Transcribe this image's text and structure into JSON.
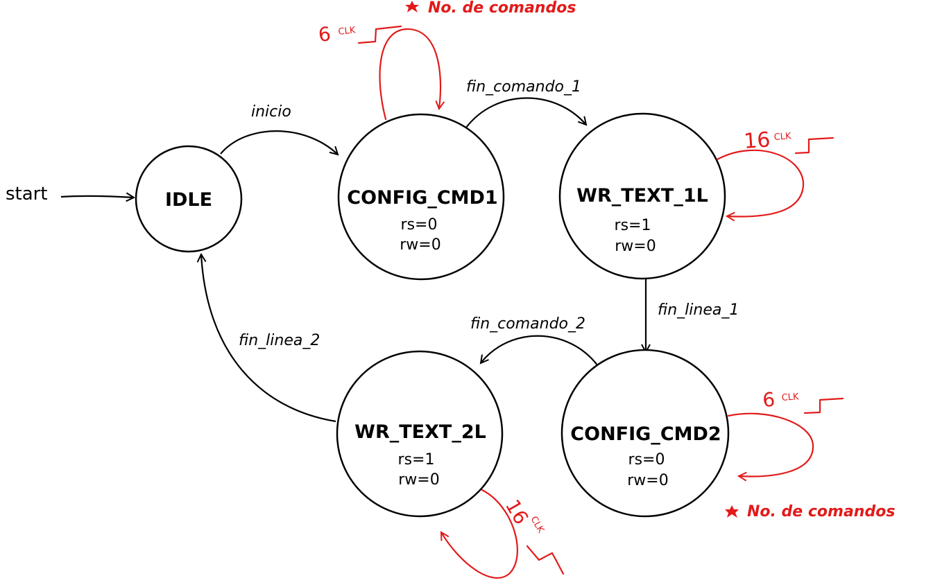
{
  "diagram": {
    "start_label": "start",
    "states": {
      "idle": {
        "name": "IDLE"
      },
      "config_cmd1": {
        "name": "CONFIG_CMD1",
        "rs": "rs=0",
        "rw": "rw=0"
      },
      "wr_text_1l": {
        "name": "WR_TEXT_1L",
        "rs": "rs=1",
        "rw": "rw=0"
      },
      "config_cmd2": {
        "name": "CONFIG_CMD2",
        "rs": "rs=0",
        "rw": "rw=0"
      },
      "wr_text_2l": {
        "name": "WR_TEXT_2L",
        "rs": "rs=1",
        "rw": "rw=0"
      }
    },
    "transitions": {
      "inicio": "inicio",
      "fin_comando_1": "fin_comando_1",
      "fin_linea_1": "fin_linea_1",
      "fin_comando_2": "fin_comando_2",
      "fin_linea_2": "fin_linea_2"
    },
    "self_loops": {
      "config_cmd1": {
        "count": "6",
        "unit": "CLK"
      },
      "wr_text_1l": {
        "count": "16",
        "unit": "CLK"
      },
      "config_cmd2": {
        "count": "6",
        "unit": "CLK"
      },
      "wr_text_2l": {
        "count": "16",
        "unit": "CLK"
      }
    },
    "notes": {
      "top": "No. de comandos",
      "bottom": "No. de comandos"
    },
    "colors": {
      "annotation": "#e21a1a",
      "ink": "#000000"
    }
  }
}
